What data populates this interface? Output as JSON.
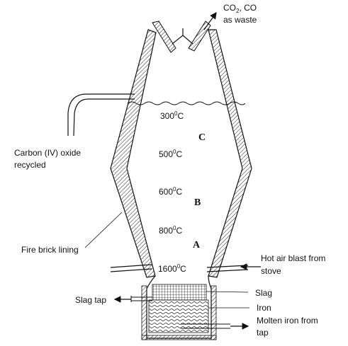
{
  "diagram": {
    "waste_gas": {
      "line1_pre": "CO",
      "line1_sub": "2",
      "line1_post": ", CO",
      "line2": "as waste"
    },
    "co2_recycled": {
      "line1": "Carbon (IV) oxide",
      "line2": "recycled"
    },
    "lining": "Fire brick lining",
    "hot_air": {
      "line1": "Hot air blast from",
      "line2": "stove"
    },
    "slag_tap": "Slag tap",
    "slag": "Slag",
    "iron": "Iron",
    "molten_iron": {
      "line1": "Molten iron from",
      "line2": "tap"
    },
    "zones": {
      "c": "C",
      "b": "B",
      "a": "A"
    },
    "temps": [
      {
        "value": "300",
        "sup": "0",
        "unit": "C"
      },
      {
        "value": "500",
        "sup": "0",
        "unit": "C"
      },
      {
        "value": "600",
        "sup": "0",
        "unit": "C"
      },
      {
        "value": "800",
        "sup": "0",
        "unit": "C"
      },
      {
        "value": "1600",
        "sup": "0",
        "unit": "C"
      }
    ]
  }
}
